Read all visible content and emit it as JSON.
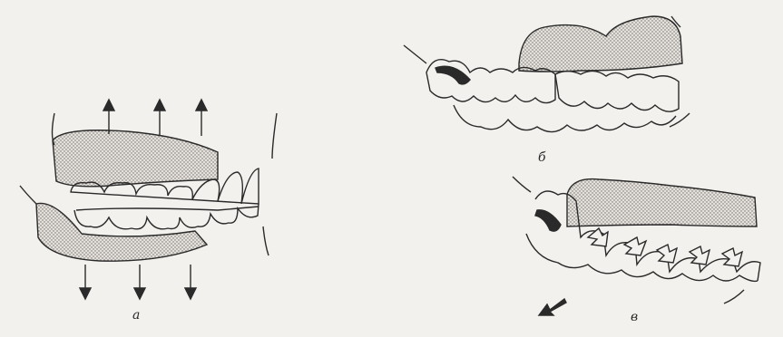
{
  "figure": {
    "panels": [
      {
        "id": "a",
        "label": "а"
      },
      {
        "id": "b",
        "label": "б"
      },
      {
        "id": "c",
        "label": "в"
      }
    ]
  },
  "colors": {
    "ink": "#2a2a2a",
    "gum_fill": "#d9d6d1",
    "background": "#f3f1ee"
  }
}
